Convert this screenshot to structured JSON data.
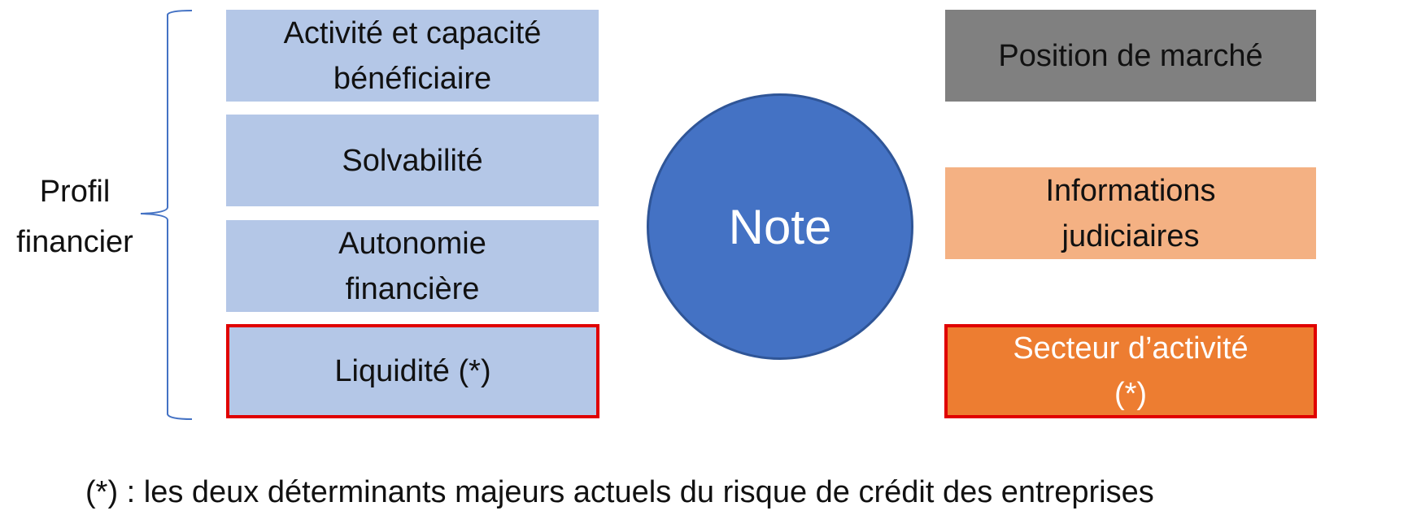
{
  "profile_label": "Profil\nfinancier",
  "left_boxes": [
    {
      "label": "Activité et capacité\nbénéficiaire"
    },
    {
      "label": "Solvabilité"
    },
    {
      "label": "Autonomie\nfinancière"
    },
    {
      "label": "Liquidité (*)"
    }
  ],
  "center": {
    "label": "Note"
  },
  "right_boxes": [
    {
      "label": "Position de marché"
    },
    {
      "label": "Informations\njudiciaires"
    },
    {
      "label": "Secteur d’activité\n(*)"
    }
  ],
  "footnote": "(*) : les deux déterminants majeurs actuels du risque de crédit des entreprises",
  "colors": {
    "light_blue": "#b4c7e7",
    "note_blue": "#4472c4",
    "gray": "#808080",
    "peach": "#f4b183",
    "orange": "#ed7d31",
    "highlight_red": "#e00000"
  }
}
